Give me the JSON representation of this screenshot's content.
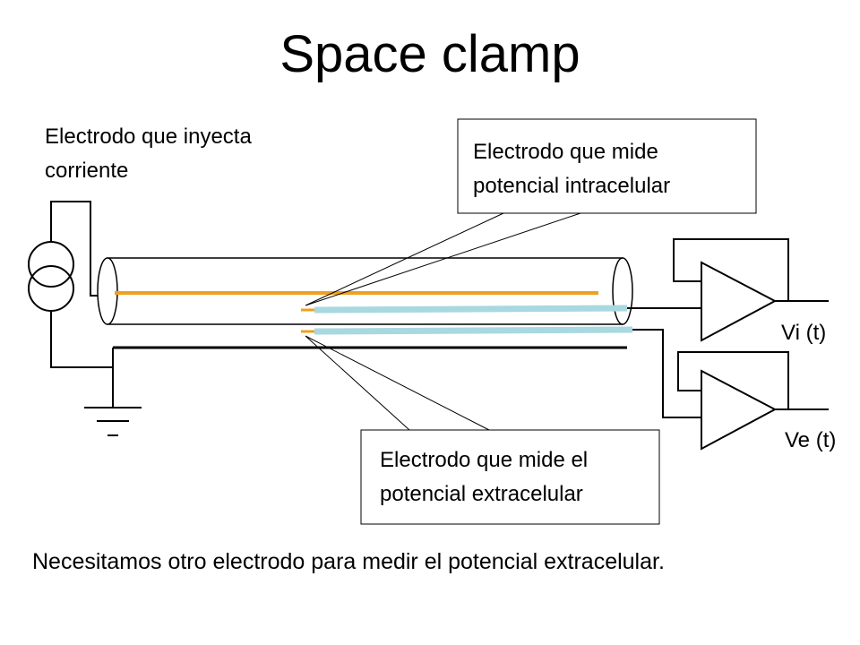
{
  "title": "Space clamp",
  "labels": {
    "current_electrode_line1": "Electrodo que inyecta",
    "current_electrode_line2": "corriente",
    "intracellular_line1": "Electrodo que mide",
    "intracellular_line2": "potencial intracelular",
    "extracellular_line1": "Electrodo que mide el",
    "extracellular_line2": "potencial extracelular",
    "vi_output": "Vi (t)",
    "ve_output": "Ve (t)"
  },
  "footnote": "Necesitamos otro electrodo para medir el potencial extracelular.",
  "colors": {
    "current_electrode": "#f0a020",
    "recording_electrode": "#a8d8e0",
    "lines": "#000000",
    "axon_outline": "#000000"
  },
  "icons": {
    "current_source": "current-source-symbol",
    "ground": "ground-symbol",
    "amplifier": "triangle-amplifier"
  }
}
